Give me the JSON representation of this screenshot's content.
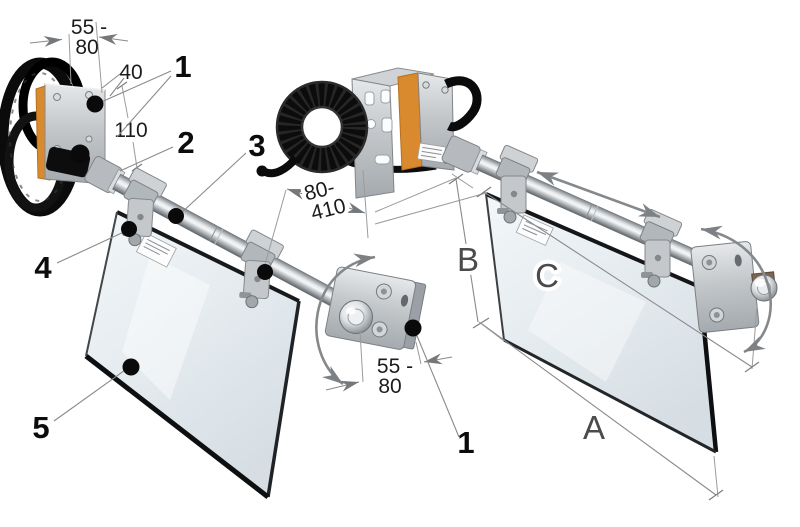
{
  "diagram": {
    "background_color": "#ffffff",
    "annotation": {
      "line_color": "#8a8a8a",
      "arrow_color": "#75787b",
      "dot_color": "#0a0a0a"
    },
    "callouts": {
      "item1_top": "1",
      "item2": "2",
      "item3": "3",
      "item4": "4",
      "item5": "5",
      "item1_bottom": "1"
    },
    "dimensions": {
      "top_mount_slot": {
        "line1": "55 -",
        "line2": "80"
      },
      "hole_offset": "40",
      "hole_spacing": "110",
      "arm_adjust_range": {
        "line1": "80-",
        "line2": "410"
      },
      "bottom_mount_slot": {
        "line1": "55 -",
        "line2": "80"
      }
    },
    "reference_letters": {
      "drop_height": "B",
      "overall_span": "C",
      "shield_width": "A"
    },
    "materials": {
      "cable_color": "#0b0b0b",
      "spacer_orange": "#d98a2e",
      "metal_light": "#e3e5e7",
      "metal_dark": "#5d6266"
    }
  }
}
